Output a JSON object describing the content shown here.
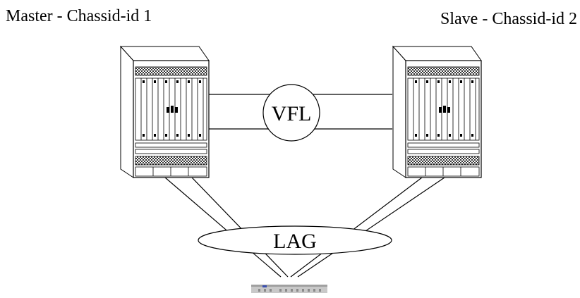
{
  "diagram": {
    "master_label": "Master - Chassid-id 1",
    "slave_label": "Slave - Chassid-id 2",
    "vfl_label": "VFL",
    "lag_label": "LAG"
  },
  "colors": {
    "line": "#000000",
    "chassis_fill": "#ffffff",
    "vent_dark": "#333333",
    "switch_device": "#b0b0b0",
    "switch_accent": "#3a4fb0"
  },
  "icons": {
    "master_chassis": "network-switch-chassis-icon",
    "slave_chassis": "network-switch-chassis-icon",
    "edge_device": "edge-switch-icon"
  }
}
